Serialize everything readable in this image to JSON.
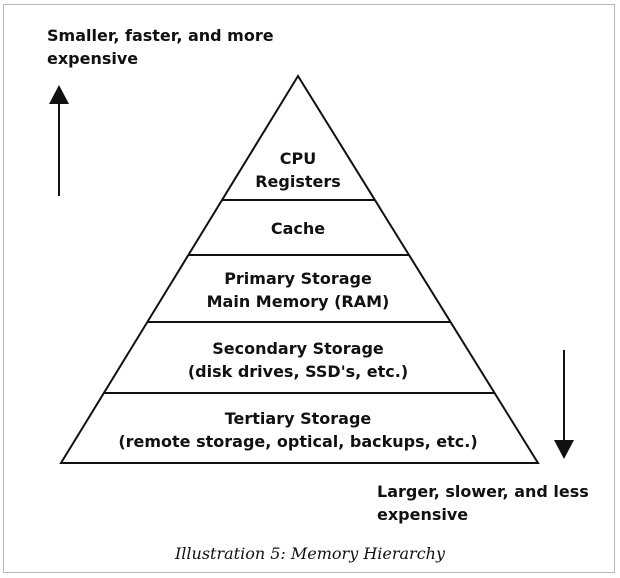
{
  "top_note": {
    "line1": "Smaller, faster, and more",
    "line2": "expensive"
  },
  "bottom_note": {
    "line1": "Larger, slower, and less",
    "line2": "expensive"
  },
  "caption": "Illustration 5: Memory Hierarchy",
  "tiers": [
    {
      "line1": "CPU",
      "line2": "Registers"
    },
    {
      "line1": "Cache",
      "line2": ""
    },
    {
      "line1": "Primary Storage",
      "line2": "Main Memory (RAM)"
    },
    {
      "line1": "Secondary Storage",
      "line2": "(disk drives, SSD's, etc.)"
    },
    {
      "line1": "Tertiary Storage",
      "line2": "(remote storage, optical, backups, etc.)"
    }
  ]
}
